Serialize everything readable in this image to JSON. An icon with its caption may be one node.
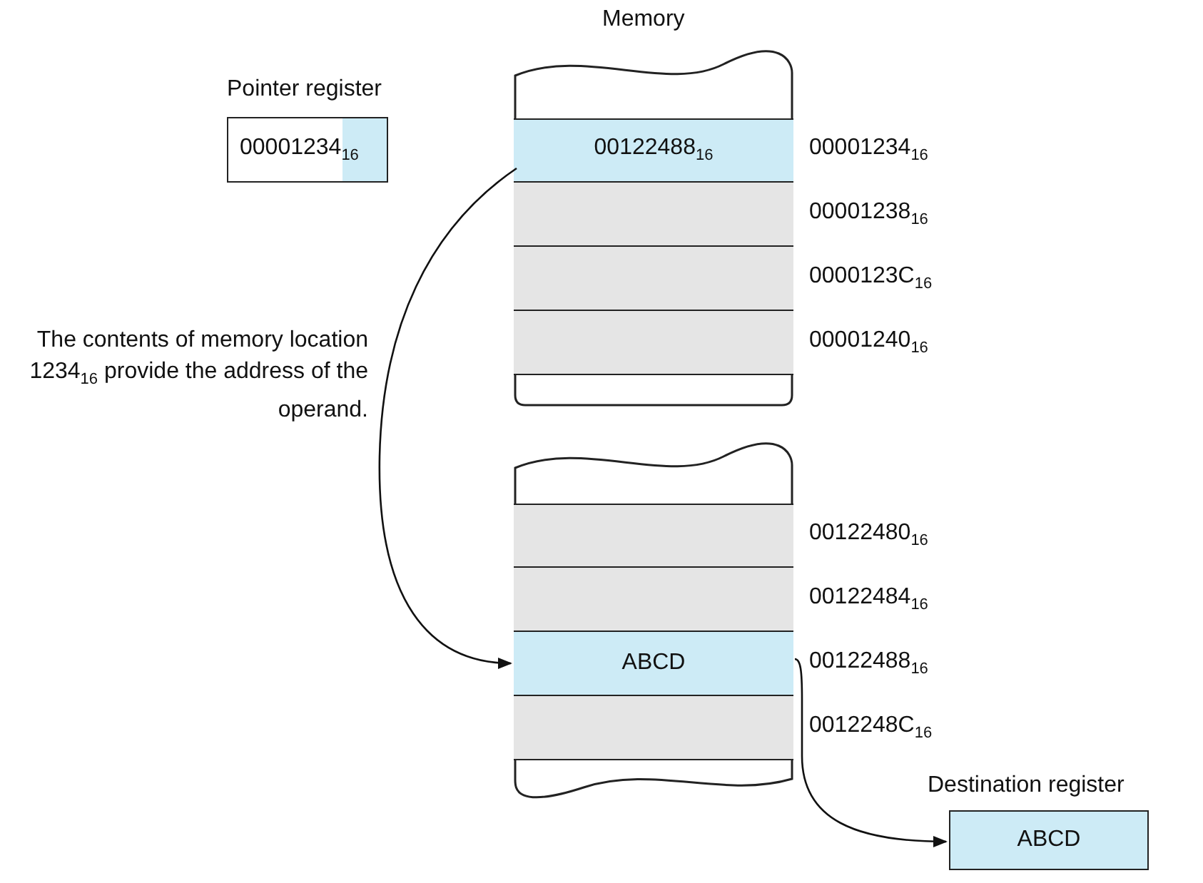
{
  "diagram": {
    "nodes": [
      {
        "text": [
          "Pointer register",
          "00001234$_{16}$"
        ]
      },
      {
        "text": [
          "Memory"
        ]
      },
      {
        "text": [
          "00122488$_{16}$"
        ],
        "in": 1,
        "beside": [
          "00001234$_{16}$"
        ]
      },
      {
        "text": [],
        "shape": "box",
        "in": 1,
        "beside": [
          "00001238$_{16}$"
        ]
      },
      {
        "text": [],
        "shape": "box",
        "in": 1,
        "beside": [
          "0000123C$_{16}$"
        ]
      },
      {
        "text": [],
        "shape": "box",
        "in": 1,
        "beside": [
          "00001240$_{16}$"
        ]
      },
      {
        "text": [],
        "shape": "box"
      },
      {
        "text": [],
        "shape": "box",
        "in": 6,
        "beside": [
          "00122480$_{16}$"
        ]
      },
      {
        "text": [],
        "shape": "box",
        "in": 6,
        "beside": [
          "00122484$_{16}$"
        ]
      },
      {
        "text": [
          "ABCD"
        ],
        "in": 6,
        "beside": [
          "00122488$_{16}$"
        ]
      },
      {
        "text": [],
        "shape": "box",
        "in": 6,
        "beside": [
          "0012248C$_{16}$"
        ]
      },
      {
        "text": [
          "Destination register",
          "ABCD"
        ]
      }
    ],
    "edges": [
      {
        "from": 2,
        "to": 9,
        "arrow": "to"
      },
      {
        "from": 9,
        "to": 11,
        "arrow": "to"
      }
    ],
    "labels": [
      "The contents of memory location 1234$_{16}$ provide the address of the operand."
    ]
  }
}
